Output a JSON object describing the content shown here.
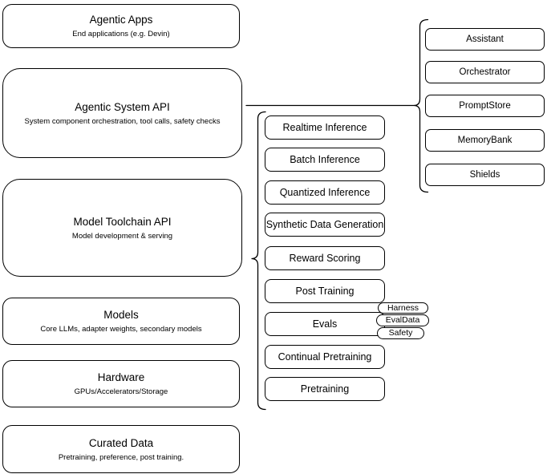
{
  "diagram": {
    "title": "Agentic system stack diagram",
    "colors": {
      "stroke": "#000000",
      "background": "#ffffff",
      "text": "#000000"
    },
    "left_stack": [
      {
        "title": "Agentic Apps",
        "subtitle": "End applications (e.g. Devin)"
      },
      {
        "title": "Agentic System API",
        "subtitle": "System component orchestration, tool calls, safety checks"
      },
      {
        "title": "Model Toolchain API",
        "subtitle": "Model development & serving"
      },
      {
        "title": "Models",
        "subtitle": "Core LLMs, adapter weights, secondary models"
      },
      {
        "title": "Hardware",
        "subtitle": "GPUs/Accelerators/Storage"
      },
      {
        "title": "Curated Data",
        "subtitle": "Pretraining, preference, post training."
      }
    ],
    "toolchain_items": [
      {
        "label": "Realtime Inference"
      },
      {
        "label": "Batch Inference"
      },
      {
        "label": "Quantized Inference"
      },
      {
        "label": "Synthetic Data Generation"
      },
      {
        "label": "Reward Scoring"
      },
      {
        "label": "Post Training"
      },
      {
        "label": "Evals"
      },
      {
        "label": "Continual Pretraining"
      },
      {
        "label": "Pretraining"
      }
    ],
    "evals_tags": [
      {
        "label": "Harness"
      },
      {
        "label": "EvalData"
      },
      {
        "label": "Safety"
      }
    ],
    "system_components": [
      {
        "label": "Assistant"
      },
      {
        "label": "Orchestrator"
      },
      {
        "label": "PromptStore"
      },
      {
        "label": "MemoryBank"
      },
      {
        "label": "Shields"
      }
    ]
  }
}
